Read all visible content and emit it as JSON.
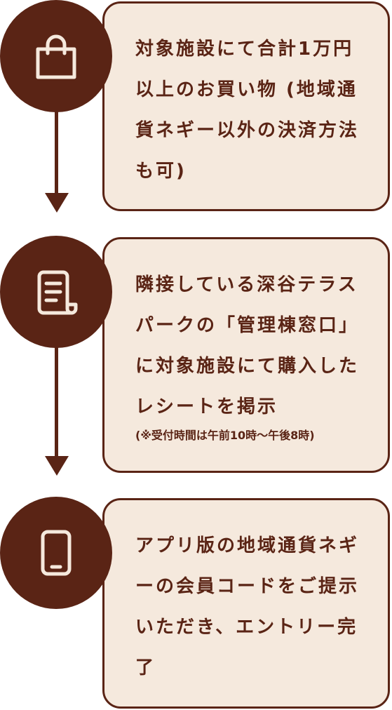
{
  "steps": [
    {
      "icon": "shopping-bag-icon",
      "text": "対象施設にて合計1万円以上のお買い物 (地域通貨ネギー以外の決済方法も可)",
      "note": ""
    },
    {
      "icon": "receipt-icon",
      "text": "隣接している深谷テラスパークの「管理棟窓口」に対象施設にて購入したレシートを掲示",
      "note": "(※受付時間は午前10時～午後8時)"
    },
    {
      "icon": "smartphone-icon",
      "text": "アプリ版の地域通貨ネギーの会員コードをご提示いただき、エントリー完了",
      "note": ""
    }
  ],
  "colors": {
    "accent": "#5a2415",
    "card_bg": "#f5e9dd"
  }
}
